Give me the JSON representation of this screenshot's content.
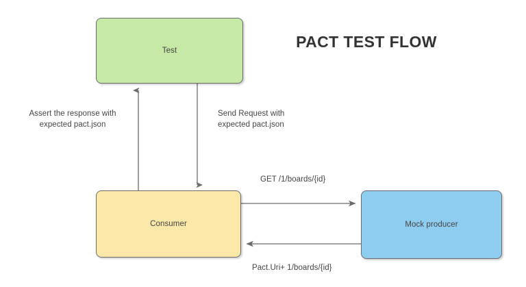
{
  "diagram": {
    "title": "PACT TEST FLOW",
    "background_color": "#ffffff",
    "nodes": [
      {
        "id": "test",
        "label": "Test",
        "fill_color": "#c6e9a5",
        "stroke_color": "#6b6b6b"
      },
      {
        "id": "consumer",
        "label": "Consumer",
        "fill_color": "#fce8a8",
        "stroke_color": "#6b6b6b"
      },
      {
        "id": "mock_producer",
        "label": "Mock producer",
        "fill_color": "#8fcdf0",
        "stroke_color": "#6b6b6b"
      }
    ],
    "edges": [
      {
        "id": "assert_response",
        "from": "consumer",
        "to": "test",
        "direction": "up",
        "label": "Assert the response with\nexpected pact.json"
      },
      {
        "id": "send_request",
        "from": "test",
        "to": "consumer",
        "direction": "down",
        "label": "Send Request with\nexpected pact.json"
      },
      {
        "id": "get_boards",
        "from": "consumer",
        "to": "mock_producer",
        "direction": "right",
        "label": "GET /1/boards/{id}"
      },
      {
        "id": "pact_uri_boards",
        "from": "mock_producer",
        "to": "consumer",
        "direction": "left",
        "label": "Pact.Uri+ 1/boards/{id}"
      }
    ],
    "edge_stroke_color": "#6b6b6b",
    "text_color": "#444444"
  }
}
